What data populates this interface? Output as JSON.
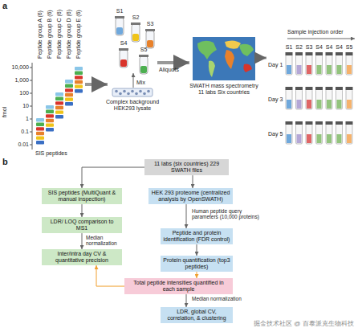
{
  "diagram": {
    "nodes": [
      {
        "text": [
          "11 labs (six countries) 229 SWATH files"
        ]
      },
      {
        "text": [
          "SIS peptides (MultiQuant & manual inspection)"
        ]
      },
      {
        "text": [
          "HEK 293 proteome (centralized analysis by OpenSWATH)"
        ]
      },
      {
        "text": [
          "LDR/ LOQ comparison to MS1"
        ]
      },
      {
        "text": [
          "Peptide and protein identification (FDR control)"
        ]
      },
      {
        "text": [
          "Inter/intra day CV & quantitative precision"
        ]
      },
      {
        "text": [
          "Protein quantification (top3 peptides)"
        ]
      },
      {
        "text": [
          "Total peptide intensities quantified in each sample"
        ]
      },
      {
        "text": [
          "LDR, global CV, correlation, & clustering"
        ]
      }
    ],
    "edges": [
      {
        "from": 0,
        "to": 1,
        "arrow": "to"
      },
      {
        "from": 0,
        "to": 2,
        "arrow": "to"
      },
      {
        "from": 1,
        "to": 3,
        "arrow": "to"
      },
      {
        "from": 3,
        "to": 5,
        "label": "Median normalization",
        "arrow": "to"
      },
      {
        "from": 2,
        "to": 4,
        "label": "Human peptide query parameters (10,000 proteins)",
        "arrow": "to"
      },
      {
        "from": 4,
        "to": 6,
        "arrow": "to"
      },
      {
        "from": 6,
        "to": 7,
        "arrow": "to"
      },
      {
        "from": 7,
        "to": 8,
        "label": "Median normalization",
        "arrow": "to"
      },
      {
        "from": 7,
        "to": 5,
        "arrow": "to"
      }
    ],
    "labels": [
      "a",
      "Peptide group A (6)",
      "Peptide group B (6)",
      "Peptide group C (6)",
      "Peptide group D (6)",
      "Peptide group E (6)",
      "10,000",
      "1,000",
      "100",
      "10",
      "1",
      "0.1",
      "0.01",
      "fmol",
      "SIS peptides",
      "S1",
      "S2",
      "S3",
      "S4",
      "S5",
      "Complex background HEK293 lysate",
      "Mix",
      "Aliquots",
      "SWATH mass spectrometry 11 labs Six countries",
      "Sample injection order",
      "S1",
      "S2",
      "S3",
      "S4",
      "S4",
      "S4",
      "S5",
      "Day 1",
      "Day 3",
      "Day 5",
      "b",
      "掘金技术社区 @ 百泰派克生物科技"
    ]
  }
}
